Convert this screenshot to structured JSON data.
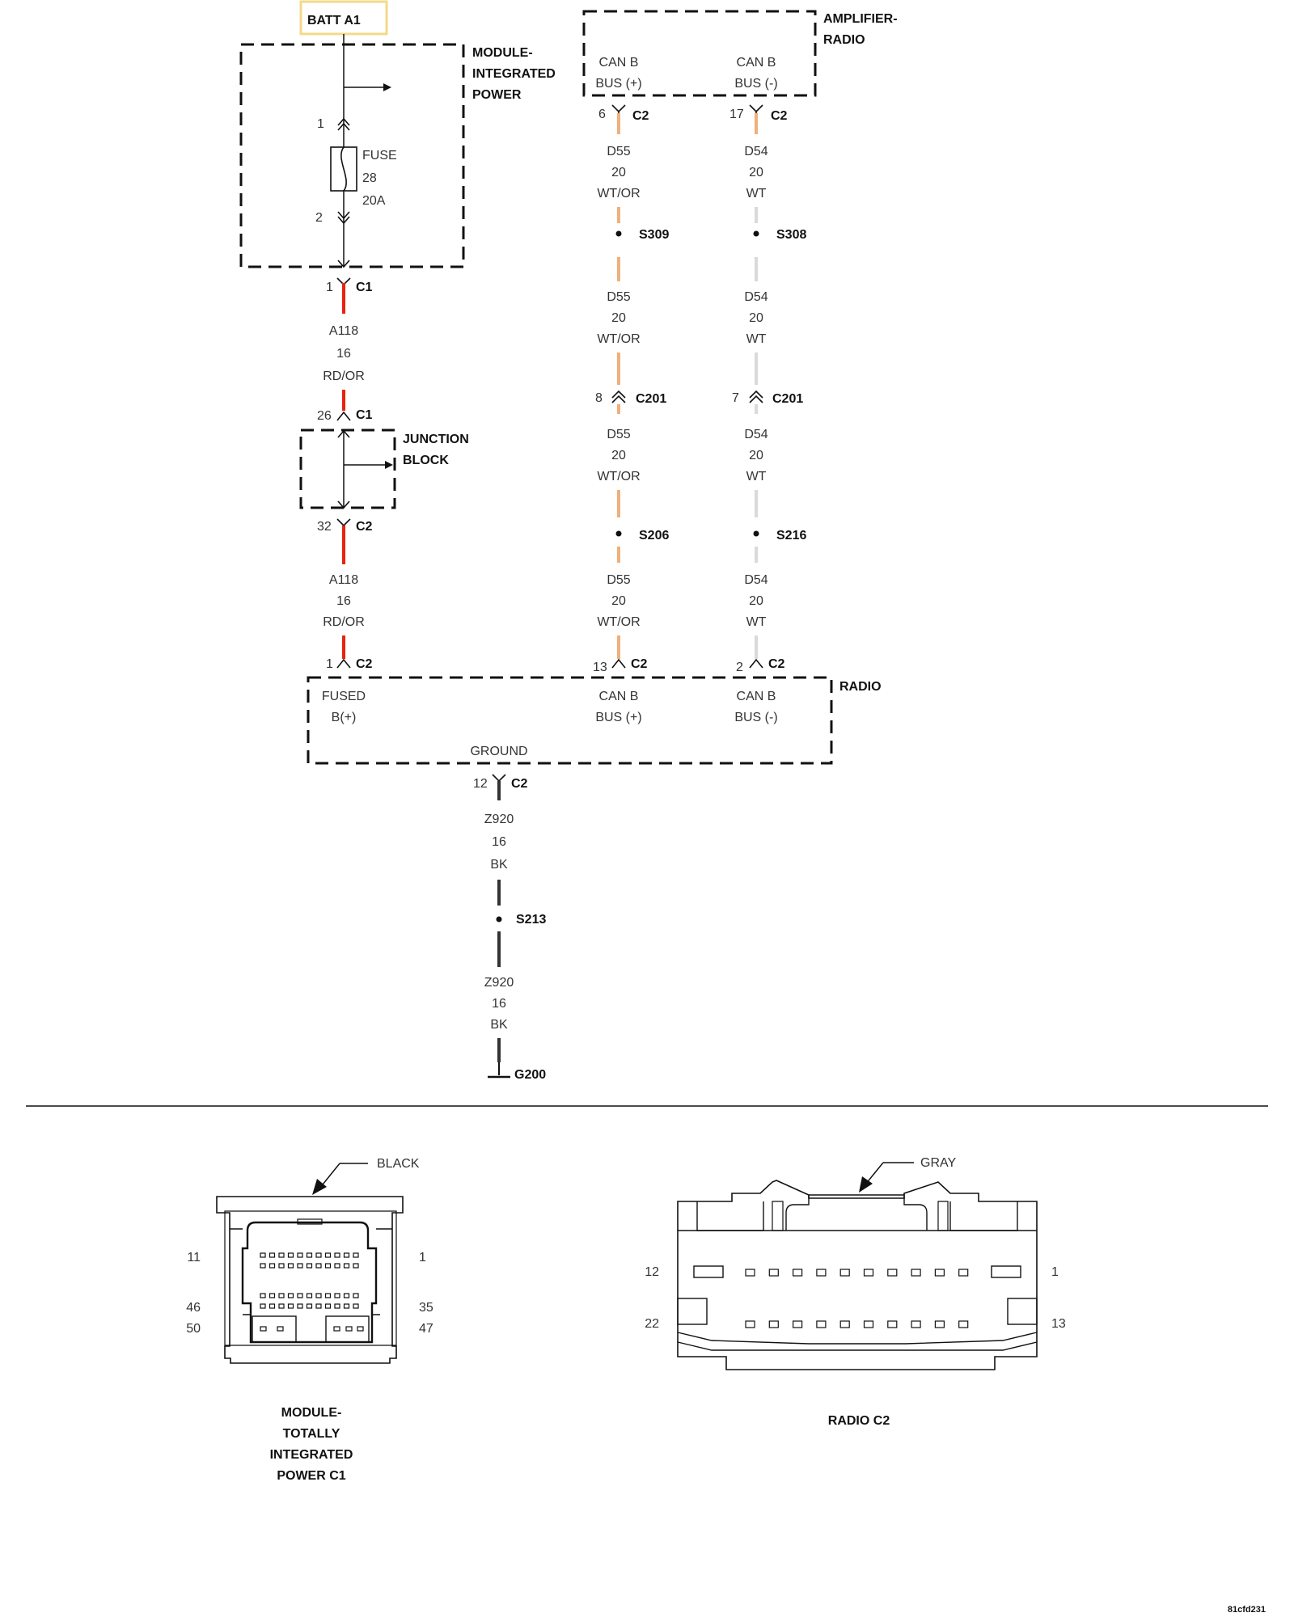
{
  "colors": {
    "rd_or": "#e8240f",
    "wt_or": "#f0b07a",
    "wt": "#dadada",
    "bk": "#333333",
    "batt_box": "#f3d98a"
  },
  "batt": {
    "label": "BATT A1"
  },
  "tipm": {
    "title": [
      "MODULE-",
      "INTEGRATED",
      "POWER"
    ],
    "pin_top": "1",
    "pin_bottom": "2",
    "fuse_lines": [
      "FUSE",
      "28",
      "20A"
    ],
    "out_pin": "1",
    "out_conn": "C1"
  },
  "amp": {
    "title": [
      "AMPLIFIER-",
      "RADIO"
    ],
    "canp": [
      "CAN B",
      "BUS (+)"
    ],
    "canm": [
      "CAN B",
      "BUS (-)"
    ],
    "pin_p": "6",
    "pin_m": "17",
    "conn": "C2"
  },
  "wire_a118": [
    "A118",
    "16",
    "RD/OR"
  ],
  "wire_d55": [
    "D55",
    "20",
    "WT/OR"
  ],
  "wire_d54": [
    "D54",
    "20",
    "WT"
  ],
  "wire_z920": [
    "Z920",
    "16",
    "BK"
  ],
  "splices": {
    "s309": "S309",
    "s308": "S308",
    "s206": "S206",
    "s216": "S216",
    "s213": "S213"
  },
  "c201": {
    "label": "C201",
    "pin_p": "8",
    "pin_m": "7"
  },
  "junction": {
    "title": [
      "JUNCTION",
      "BLOCK"
    ],
    "in_pin": "26",
    "in_conn": "C1",
    "out_pin": "32",
    "out_conn": "C2"
  },
  "radio": {
    "title": "RADIO",
    "fused": [
      "FUSED",
      "B(+)"
    ],
    "canp": [
      "CAN B",
      "BUS (+)"
    ],
    "canm": [
      "CAN B",
      "BUS (-)"
    ],
    "ground": "GROUND",
    "pin_fused": "1",
    "pin_canp": "13",
    "pin_canm": "2",
    "pin_ground": "12",
    "conn": "C2"
  },
  "ground": {
    "label": "G200"
  },
  "connector_left": {
    "color": "BLACK",
    "pins": {
      "tl": "11",
      "tr": "1",
      "ml": "46",
      "mr": "35",
      "bl": "50",
      "br": "47"
    },
    "title": [
      "MODULE-",
      "TOTALLY",
      "INTEGRATED",
      "POWER C1"
    ]
  },
  "connector_right": {
    "color": "GRAY",
    "pins": {
      "tl": "12",
      "tr": "1",
      "bl": "22",
      "br": "13"
    },
    "title": "RADIO C2"
  },
  "figure_id": "81cfd231"
}
